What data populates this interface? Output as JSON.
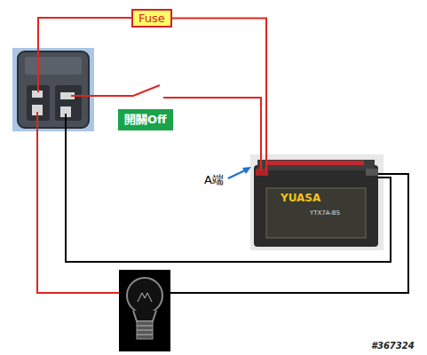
{
  "diagram": {
    "nodes": [
      {
        "text": [
          "Fuse"
        ]
      },
      {
        "text": [
          "開關Off"
        ]
      },
      {
        "text": [
          "YUASA",
          "YTX7A-BS"
        ]
      }
    ],
    "edges": [
      {
        "from": 0,
        "to": 2,
        "arrow": "none"
      }
    ],
    "labels": [
      "A端",
      "#367324"
    ]
  }
}
